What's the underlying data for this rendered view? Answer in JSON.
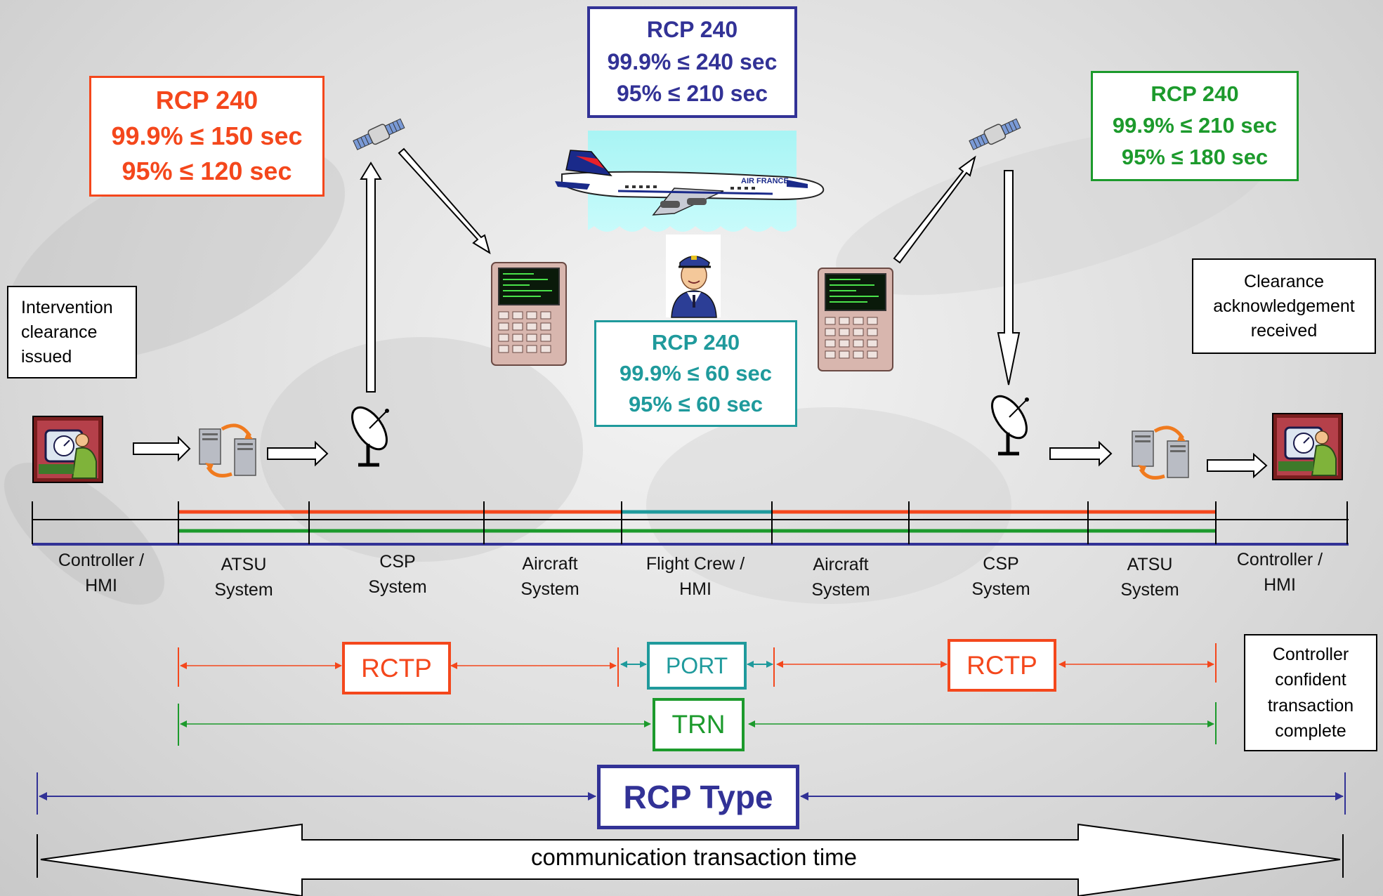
{
  "colors": {
    "red": "#f4471c",
    "blue": "#323296",
    "green": "#1c9a2c",
    "teal": "#1f9a9c",
    "black": "#000000"
  },
  "rcp_boxes": {
    "red": {
      "l1": "RCP 240",
      "l2": "99.9% ≤ 150 sec",
      "l3": "95% ≤ 120 sec"
    },
    "blue": {
      "l1": "RCP 240",
      "l2": "99.9%  ≤ 240 sec",
      "l3": "95% ≤ 210 sec"
    },
    "green": {
      "l1": "RCP 240",
      "l2": "99.9%  ≤ 210 sec",
      "l3": "95%  ≤ 180 sec"
    },
    "teal": {
      "l1": "RCP 240",
      "l2": "99.9%  ≤ 60 sec",
      "l3": "95%  ≤ 60 sec"
    }
  },
  "notes": {
    "intervention": {
      "l1": "Intervention",
      "l2": "clearance",
      "l3": "issued"
    },
    "acknowledgement": {
      "l1": "Clearance",
      "l2": "acknowledgement",
      "l3": "received"
    },
    "confident": {
      "l1": "Controller",
      "l2": "confident",
      "l3": "transaction",
      "l4": "complete"
    }
  },
  "timeline_labels": [
    {
      "l1": "Controller /",
      "l2": "HMI"
    },
    {
      "l1": "ATSU",
      "l2": "System"
    },
    {
      "l1": "CSP",
      "l2": "System"
    },
    {
      "l1": "Aircraft",
      "l2": "System"
    },
    {
      "l1": "Flight Crew /",
      "l2": "HMI"
    },
    {
      "l1": "Aircraft",
      "l2": "System"
    },
    {
      "l1": "CSP",
      "l2": "System"
    },
    {
      "l1": "ATSU",
      "l2": "System"
    },
    {
      "l1": "Controller /",
      "l2": "HMI"
    }
  ],
  "segments": {
    "rctp_left": "RCTP",
    "port": "PORT",
    "rctp_right": "RCTP",
    "trn": "TRN",
    "rcp_type": "RCP Type"
  },
  "bottom_label": "communication transaction time",
  "aircraft_livery": "AIR FRANCE",
  "icons": [
    "controller-workstation-icon",
    "atsu-server-icon",
    "satellite-dish-icon",
    "satellite-icon",
    "cockpit-fmc-icon",
    "airplane-icon",
    "pilot-icon"
  ]
}
